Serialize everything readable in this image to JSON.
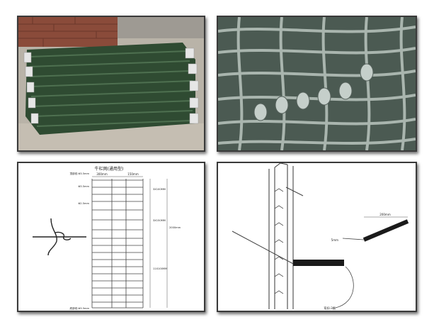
{
  "panels": {
    "photo_posts": {},
    "photo_knots": {},
    "drawing_fence": {
      "title": "牛栏网(通用型)",
      "dims": {
        "top_width_left": "300mm",
        "top_width_right": "150mm",
        "spacing_a": "3X100MM",
        "spacing_b": "3X150MM",
        "spacing_c": "11X100MM",
        "height": "2000mm"
      },
      "wire_labels": {
        "top": "顶部线 Φ3.5mm",
        "second": "Φ3.5mm",
        "third": "Φ2.5mm",
        "bottom": "底部线 Φ3.5mm"
      }
    },
    "drawing_post": {
      "dim_length": "200mm",
      "dim_small": "5mm",
      "note": "弯扣-3圈"
    }
  }
}
